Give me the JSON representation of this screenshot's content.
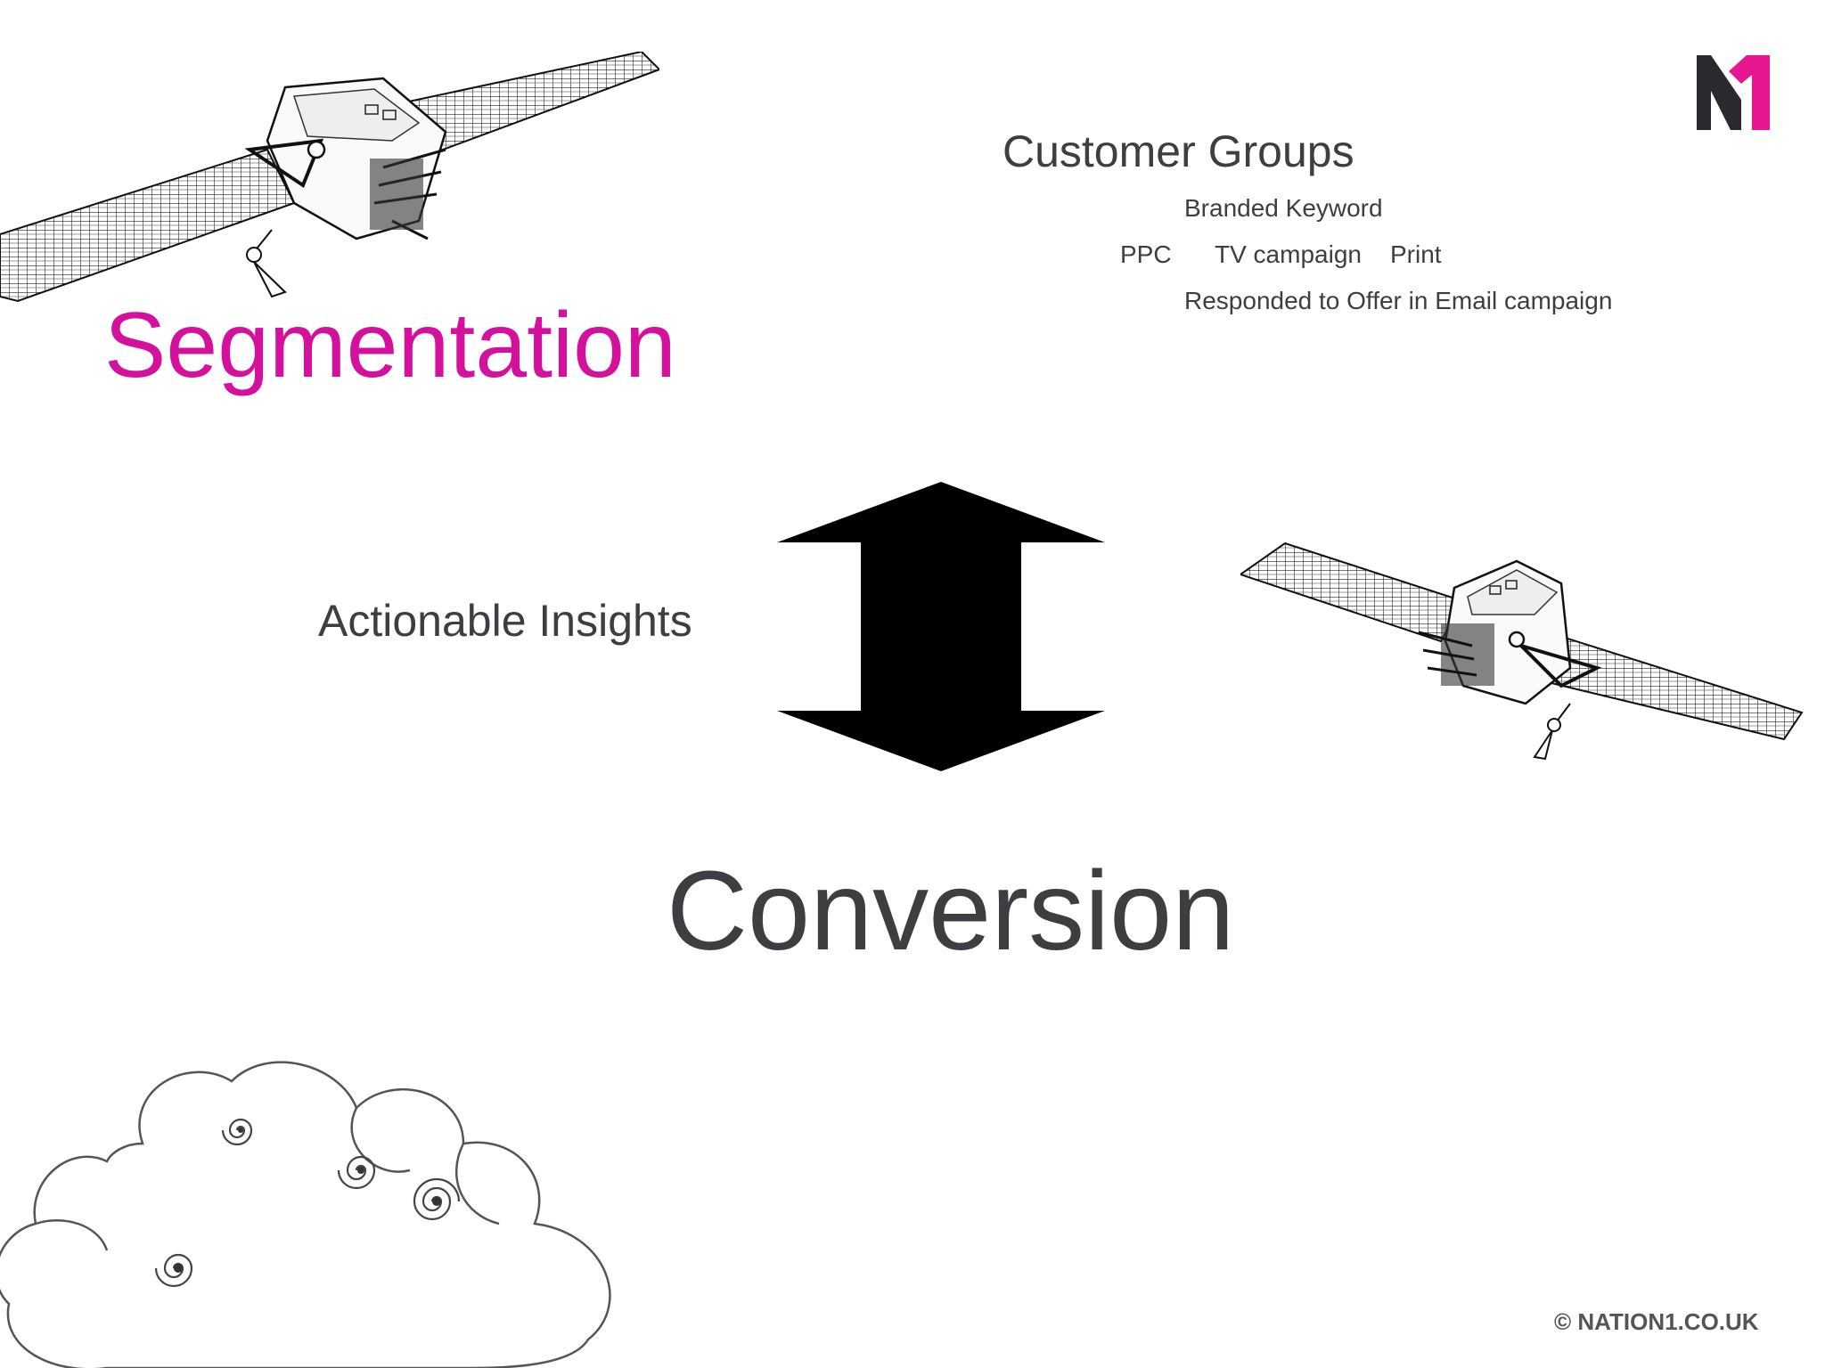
{
  "slide": {
    "title": "Segmentation",
    "title_color": "#d4119c",
    "customer_groups": {
      "heading": "Customer Groups",
      "branded": "Branded Keyword",
      "ppc": "PPC",
      "tv": "TV campaign",
      "print": "Print",
      "email": "Responded to Offer in Email campaign"
    },
    "insights_label": "Actionable Insights",
    "conversion_label": "Conversion",
    "copyright": "© NATION1.CO.UK"
  },
  "logo": {
    "text": "N1",
    "primary_color": "#2b292e",
    "accent_color": "#e5168f"
  },
  "icons": [
    "satellite-icon",
    "double-arrow-icon",
    "cloud-icon",
    "nation1-logo"
  ]
}
